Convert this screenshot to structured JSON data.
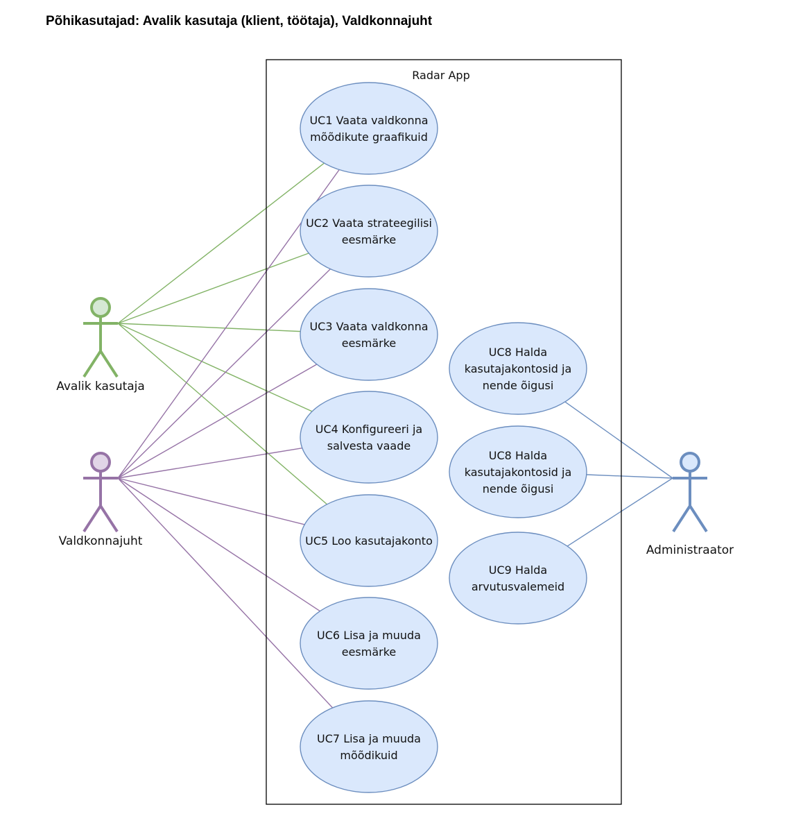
{
  "heading": "Põhikasutajad: Avalik kasutaja (klient, töötaja), Valdkonnajuht",
  "system": {
    "name": "Radar App"
  },
  "colors": {
    "green": "#82b366",
    "green_fill": "#d5e8d4",
    "purple": "#9673a6",
    "purple_fill": "#e1d5e7",
    "blue": "#6c8ebf",
    "blue_fill": "#dae8fc",
    "usecase_fill": "#dae8fc",
    "usecase_stroke": "#6c8ebf"
  },
  "actors": [
    {
      "id": "public",
      "name": "Avalik kasutaja",
      "color": "green"
    },
    {
      "id": "domain",
      "name": "Valdkonnajuht",
      "color": "purple"
    },
    {
      "id": "admin",
      "name": "Administraator",
      "color": "blue"
    }
  ],
  "use_cases": [
    {
      "id": "uc1",
      "lines": [
        "UC1 Vaata valdkonna",
        "mõõdikute graafikuid"
      ]
    },
    {
      "id": "uc2",
      "lines": [
        "UC2 Vaata strateegilisi",
        "eesmärke"
      ]
    },
    {
      "id": "uc3",
      "lines": [
        "UC3 Vaata valdkonna",
        "eesmärke"
      ]
    },
    {
      "id": "uc4",
      "lines": [
        "UC4 Konfigureeri ja",
        "salvesta vaade"
      ]
    },
    {
      "id": "uc5",
      "lines": [
        "UC5 Loo kasutajakonto"
      ]
    },
    {
      "id": "uc6",
      "lines": [
        "UC6 Lisa ja muuda",
        "eesmärke"
      ]
    },
    {
      "id": "uc7",
      "lines": [
        "UC7 Lisa ja muuda",
        "mõõdikuid"
      ]
    },
    {
      "id": "uc8a",
      "lines": [
        "UC8 Halda",
        "kasutajakontosid ja",
        "nende õigusi"
      ]
    },
    {
      "id": "uc8b",
      "lines": [
        "UC8 Halda",
        "kasutajakontosid ja",
        "nende õigusi"
      ]
    },
    {
      "id": "uc9",
      "lines": [
        "UC9 Halda",
        "arvutusvalemeid"
      ]
    }
  ],
  "associations": [
    {
      "actor": "public",
      "use_case": "uc1"
    },
    {
      "actor": "public",
      "use_case": "uc2"
    },
    {
      "actor": "public",
      "use_case": "uc3"
    },
    {
      "actor": "public",
      "use_case": "uc4"
    },
    {
      "actor": "public",
      "use_case": "uc5"
    },
    {
      "actor": "domain",
      "use_case": "uc1"
    },
    {
      "actor": "domain",
      "use_case": "uc2"
    },
    {
      "actor": "domain",
      "use_case": "uc3"
    },
    {
      "actor": "domain",
      "use_case": "uc4"
    },
    {
      "actor": "domain",
      "use_case": "uc5"
    },
    {
      "actor": "domain",
      "use_case": "uc6"
    },
    {
      "actor": "domain",
      "use_case": "uc7"
    },
    {
      "actor": "admin",
      "use_case": "uc8a"
    },
    {
      "actor": "admin",
      "use_case": "uc8b"
    },
    {
      "actor": "admin",
      "use_case": "uc9"
    }
  ]
}
